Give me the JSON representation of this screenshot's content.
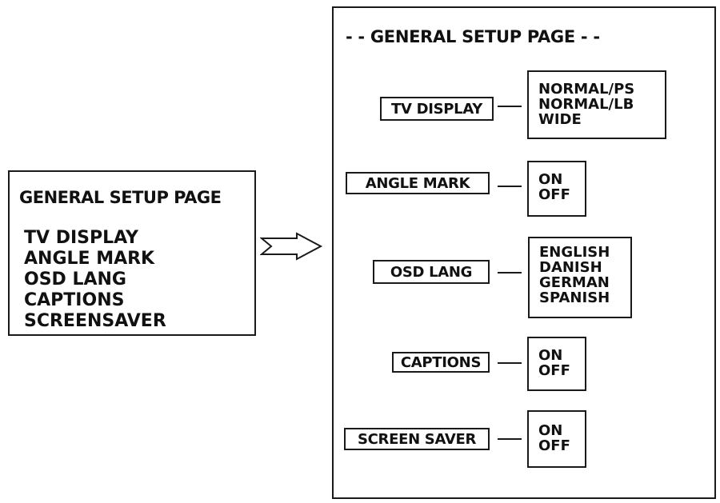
{
  "menu": {
    "title": "GENERAL SETUP PAGE",
    "items": [
      "TV DISPLAY",
      "ANGLE MARK",
      "OSD LANG",
      "CAPTIONS",
      "SCREENSAVER"
    ]
  },
  "panel": {
    "title": "- - GENERAL SETUP PAGE - -",
    "settings": [
      {
        "label": "TV DISPLAY",
        "options": [
          "NORMAL/PS",
          "NORMAL/LB",
          "WIDE"
        ]
      },
      {
        "label": "ANGLE MARK",
        "options": [
          "ON",
          "OFF"
        ]
      },
      {
        "label": "OSD LANG",
        "options": [
          "ENGLISH",
          "DANISH",
          "GERMAN",
          "SPANISH"
        ]
      },
      {
        "label": "CAPTIONS",
        "options": [
          "ON",
          "OFF"
        ]
      },
      {
        "label": "SCREEN SAVER",
        "options": [
          "ON",
          "OFF"
        ]
      }
    ]
  },
  "colors": {
    "line": "#1a1a1a",
    "background": "#ffffff"
  }
}
